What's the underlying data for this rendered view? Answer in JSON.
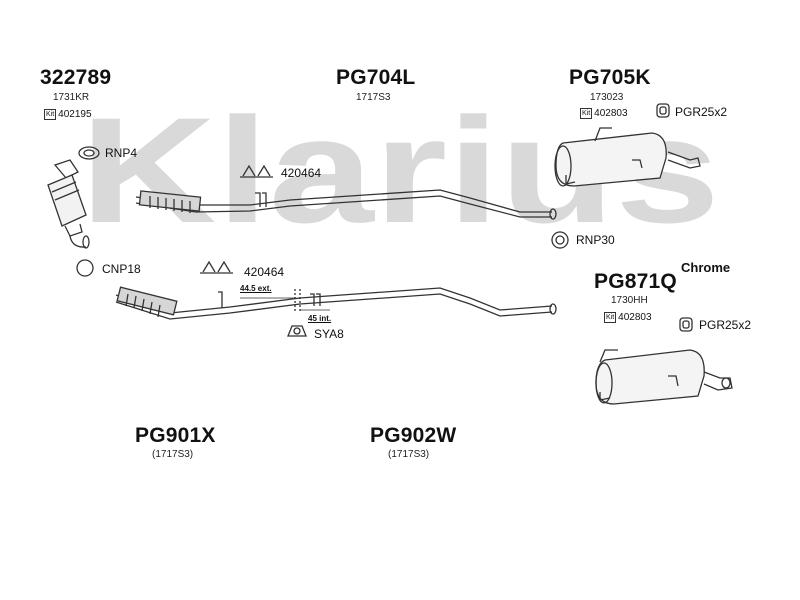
{
  "watermark": "Klarius",
  "parts": {
    "p322789": {
      "code": "322789",
      "ref": "1731KR",
      "kit_tag": "Kit",
      "kit": "402195"
    },
    "pg704l": {
      "code": "PG704L",
      "ref": "1717S3"
    },
    "pg705k": {
      "code": "PG705K",
      "ref": "173023",
      "kit_tag": "Kit",
      "kit": "402803",
      "mount": "PGR25x2"
    },
    "pg871q": {
      "code": "PG871Q",
      "finish": "Chrome",
      "ref": "1730HH",
      "kit_tag": "Kit",
      "kit": "402803",
      "mount": "PGR25x2"
    },
    "pg901x": {
      "code": "PG901X",
      "ref": "(1717S3)"
    },
    "pg902w": {
      "code": "PG902W",
      "ref": "(1717S3)"
    }
  },
  "fittings": {
    "rnp4": "RNP4",
    "rnp30": "RNP30",
    "cnp18": "CNP18",
    "clamp_upper": "420464",
    "clamp_lower": "420464",
    "sya8": "SYA8",
    "ext": "44.5 ext.",
    "int": "45 int."
  },
  "colors": {
    "watermark": "#d9d9d9",
    "line": "#333333"
  }
}
